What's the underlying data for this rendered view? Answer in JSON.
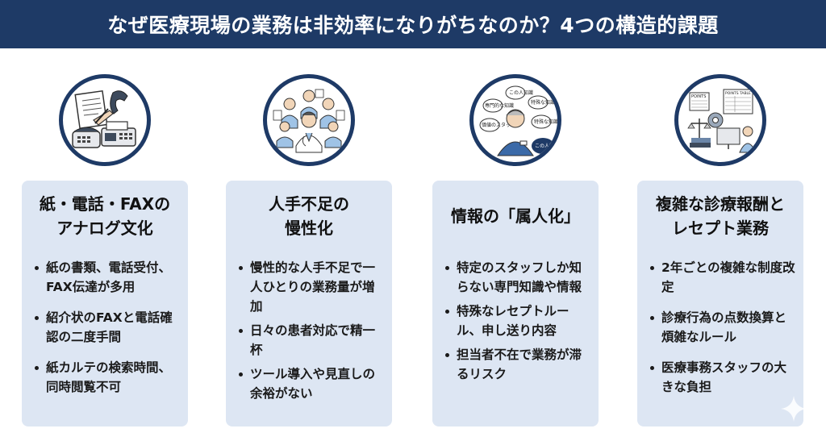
{
  "header": {
    "title": "なぜ医療現場の業務は非効率になりがちなのか？4つの構造的課題"
  },
  "colors": {
    "header_bg": "#1e3a66",
    "card_bg": "#dde6f3",
    "circle_border": "#1e3a66"
  },
  "columns": [
    {
      "icon": "paper-phone-fax-icon",
      "title_lines": [
        "紙・電話・FAXの",
        "アナログ文化"
      ],
      "bullets": [
        "紙の書類、電話受付、FAX伝達が多用",
        "紹介状のFAXと電話確認の二度手間",
        "紙カルテの検索時間、同時閲覧不可"
      ]
    },
    {
      "icon": "busy-staff-icon",
      "title_lines": [
        "人手不足の",
        "慢性化"
      ],
      "bullets": [
        "慢性的な人手不足で一人ひとりの業務量が増加",
        "日々の患者対応で精一杯",
        "ツール導入や見直しの余裕がない"
      ]
    },
    {
      "icon": "knowledge-person-icon",
      "title_lines": [
        "情報の「属人化」"
      ],
      "bubbles": [
        "この人知識",
        "専門的な知識",
        "特殊な知識",
        "価値のスタッフ",
        "特殊な知識",
        "この人知っる"
      ],
      "bullets": [
        "特定のスタッフしか知らない専門知識や情報",
        "特殊なレセプトルール、申し送り内容",
        "担当者不在で業務が滞るリスク"
      ]
    },
    {
      "icon": "points-table-icon",
      "title_lines": [
        "複雑な診療報酬と",
        "レセプト業務"
      ],
      "sign_labels": [
        "POINTS",
        "POINTS TABLE"
      ],
      "bullets": [
        "2年ごとの複雑な制度改定",
        "診療行為の点数換算と煩雑なルール",
        "医療事務スタッフの大きな負担"
      ]
    }
  ]
}
